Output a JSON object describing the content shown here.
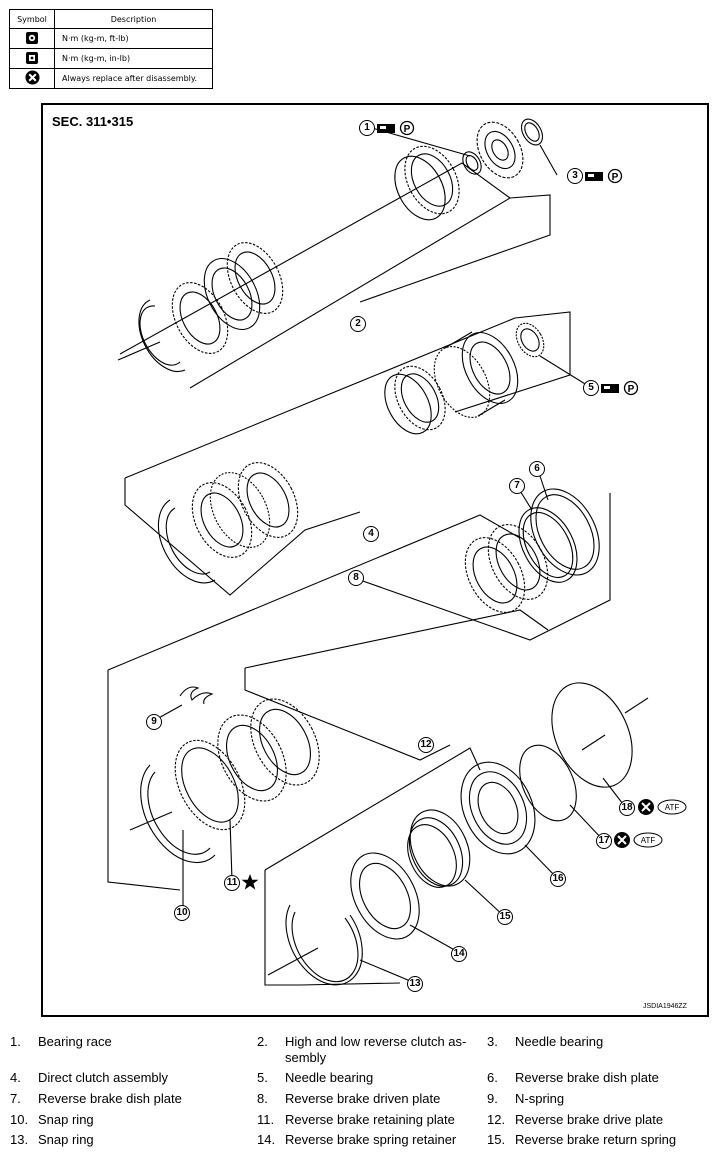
{
  "legend": {
    "header": {
      "symbol": "Symbol",
      "description": "Description"
    },
    "rows": [
      {
        "icon": "torque-wrench-icon",
        "text": "N·m (kg-m, ft-lb)"
      },
      {
        "icon": "torque-wrench-small-icon",
        "text": "N·m (kg-m, in-lb)"
      },
      {
        "icon": "always-replace-icon",
        "text": "Always replace after disassembly."
      }
    ]
  },
  "diagram": {
    "section": "SEC. 311•315",
    "code": "JSDIA1946ZZ",
    "callouts": [
      "1",
      "2",
      "3",
      "4",
      "5",
      "6",
      "7",
      "8",
      "9",
      "10",
      "11",
      "12",
      "13",
      "14",
      "15",
      "16",
      "17",
      "18"
    ],
    "atf_label": "ATF",
    "petroleum_jelly_label": "P"
  },
  "parts": [
    {
      "num": "1.",
      "name": "Bearing race"
    },
    {
      "num": "2.",
      "name": "High and low reverse clutch as-sembly"
    },
    {
      "num": "3.",
      "name": "Needle bearing"
    },
    {
      "num": "4.",
      "name": "Direct clutch assembly"
    },
    {
      "num": "5.",
      "name": "Needle bearing"
    },
    {
      "num": "6.",
      "name": "Reverse brake dish plate"
    },
    {
      "num": "7.",
      "name": "Reverse brake dish plate"
    },
    {
      "num": "8.",
      "name": "Reverse brake driven plate"
    },
    {
      "num": "9.",
      "name": "N-spring"
    },
    {
      "num": "10.",
      "name": "Snap ring"
    },
    {
      "num": "11.",
      "name": "Reverse brake retaining plate"
    },
    {
      "num": "12.",
      "name": "Reverse brake drive plate"
    },
    {
      "num": "13.",
      "name": "Snap ring"
    },
    {
      "num": "14.",
      "name": "Reverse brake spring retainer"
    },
    {
      "num": "15.",
      "name": "Reverse brake return spring"
    }
  ]
}
